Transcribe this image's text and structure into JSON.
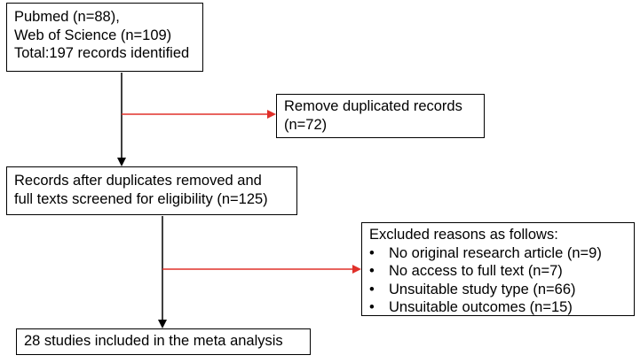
{
  "sources": {
    "lines": [
      "Pubmed (n=88),",
      "Web of Science (n=109)",
      "Total:197 records identified"
    ]
  },
  "duplicates": {
    "lines": [
      "Remove duplicated records",
      "(n=72)"
    ]
  },
  "screened": {
    "lines": [
      "Records after duplicates removed and",
      "full texts screened for eligibility (n=125)"
    ]
  },
  "excluded": {
    "heading": "Excluded reasons as follows:",
    "items": [
      "No original research article (n=9)",
      "No access to full text (n=7)",
      "Unsuitable study type (n=66)",
      "Unsuitable outcomes (n=15)"
    ],
    "bullet": "•"
  },
  "included": {
    "text": "28 studies included in the meta analysis"
  },
  "colors": {
    "main_flow": "#000000",
    "exclusion_arrow": "#e0302a"
  }
}
